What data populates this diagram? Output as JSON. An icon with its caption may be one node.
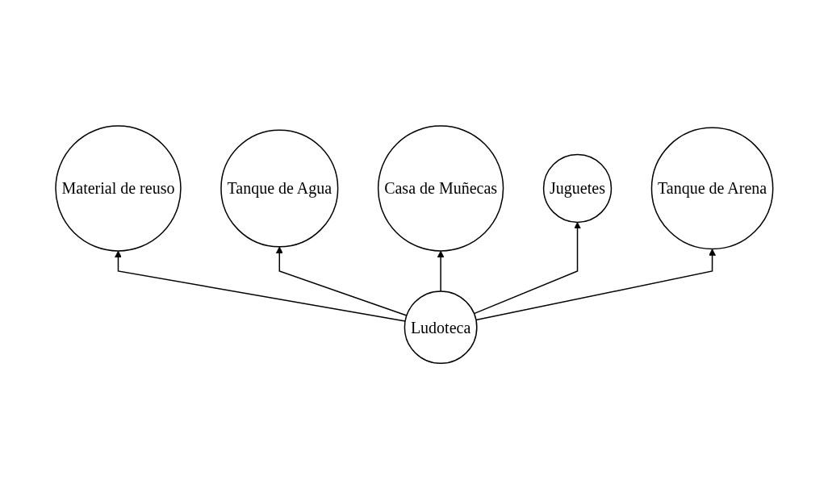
{
  "diagram": {
    "nodes": [
      {
        "text": [
          "Material de reuso"
        ]
      },
      {
        "text": [
          "Tanque de Agua"
        ]
      },
      {
        "text": [
          "Casa de Muñecas"
        ]
      },
      {
        "text": [
          "Juguetes"
        ]
      },
      {
        "text": [
          "Tanque de Arena"
        ]
      },
      {
        "text": [
          "Ludoteca"
        ]
      }
    ],
    "edges": [
      {
        "from": 5,
        "to": 0,
        "arrow": "to"
      },
      {
        "from": 5,
        "to": 1,
        "arrow": "to"
      },
      {
        "from": 5,
        "to": 2,
        "arrow": "to"
      },
      {
        "from": 5,
        "to": 3,
        "arrow": "to"
      },
      {
        "from": 5,
        "to": 4,
        "arrow": "to"
      }
    ]
  }
}
